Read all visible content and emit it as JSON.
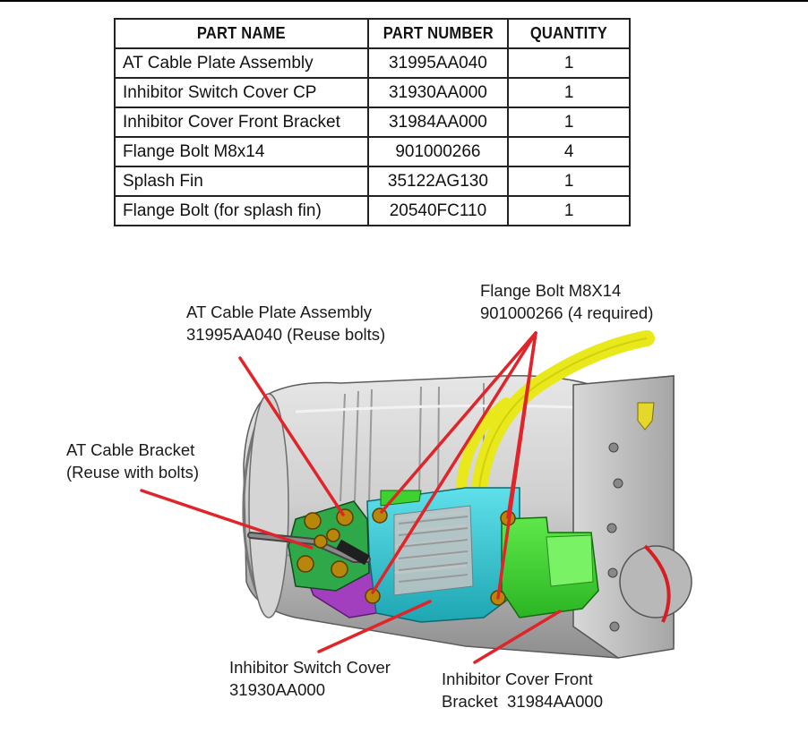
{
  "parts_table": {
    "headers": [
      "PART NAME",
      "PART NUMBER",
      "QUANTITY"
    ],
    "rows": [
      {
        "name": "AT Cable Plate Assembly",
        "number": "31995AA040",
        "qty": "1"
      },
      {
        "name": "Inhibitor Switch Cover CP",
        "number": "31930AA000",
        "qty": "1"
      },
      {
        "name": "Inhibitor Cover Front Bracket",
        "number": "31984AA000",
        "qty": "1"
      },
      {
        "name": "Flange Bolt M8x14",
        "number": "901000266",
        "qty": "4"
      },
      {
        "name": "Splash Fin",
        "number": "35122AG130",
        "qty": "1"
      },
      {
        "name": "Flange Bolt (for splash fin)",
        "number": "20540FC110",
        "qty": "1"
      }
    ]
  },
  "callouts": {
    "flange_bolt": {
      "line1": "Flange Bolt M8X14",
      "line2": "901000266 (4 required)"
    },
    "cable_plate": {
      "line1": "AT Cable Plate Assembly",
      "line2": "31995AA040 (Reuse bolts)"
    },
    "cable_bracket": {
      "line1": "AT Cable Bracket",
      "line2": "(Reuse with bolts)"
    },
    "switch_cover": {
      "line1": "Inhibitor Switch Cover",
      "line2": "31930AA000"
    },
    "front_bracket": {
      "line1": "Inhibitor Cover Front",
      "line2": "Bracket  31984AA000"
    }
  },
  "colors": {
    "leader_line": "#e0242a",
    "cable_plate": "#2fa84a",
    "switch_cover": "#2ec4d0",
    "front_bracket": "#3fd12f",
    "yellow_harness": "#e8e81a",
    "purple_part": "#a23fbf",
    "housing": "#c9c9c9"
  }
}
